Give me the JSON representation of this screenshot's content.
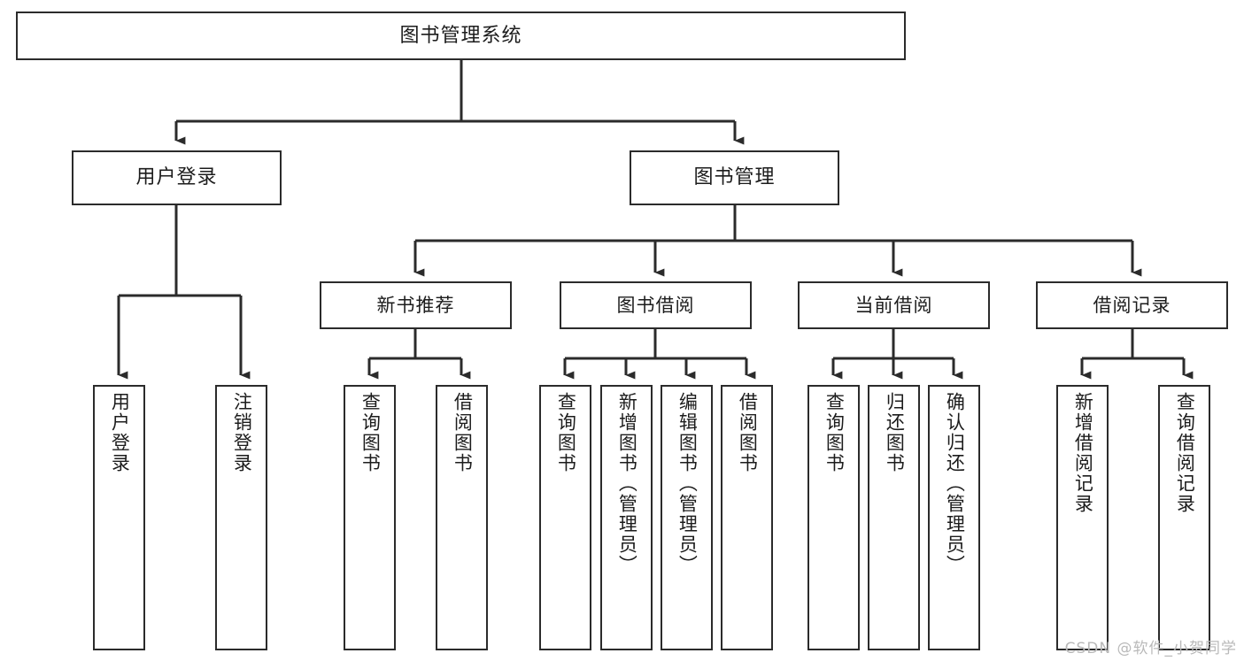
{
  "diagram": {
    "title": "图书管理系统",
    "type": "tree",
    "watermark": "CSDN @软件_小贺同学",
    "colors": {
      "box_border": "#2b2b2b",
      "box_fill": "#ffffff",
      "connector": "#2b2b2b",
      "text": "#1c1c1c",
      "watermark": "#b9b9b9"
    },
    "nodes": {
      "root": {
        "label": "图书管理系统"
      },
      "level2": [
        {
          "id": "user-login",
          "label": "用户登录"
        },
        {
          "id": "book-management",
          "label": "图书管理"
        }
      ],
      "level3": [
        {
          "id": "new-book-recommend",
          "label": "新书推荐",
          "parent": "book-management"
        },
        {
          "id": "book-borrow",
          "label": "图书借阅",
          "parent": "book-management"
        },
        {
          "id": "current-borrow",
          "label": "当前借阅",
          "parent": "book-management"
        },
        {
          "id": "borrow-record",
          "label": "借阅记录",
          "parent": "book-management"
        }
      ],
      "leaves": {
        "user-login": [
          {
            "id": "leaf-user-login",
            "label": "用户登录"
          },
          {
            "id": "leaf-logout-login",
            "label": "注销登录"
          }
        ],
        "new-book-recommend": [
          {
            "id": "leaf-query-book-1",
            "label": "查询图书"
          },
          {
            "id": "leaf-borrow-book-1",
            "label": "借阅图书"
          }
        ],
        "book-borrow": [
          {
            "id": "leaf-query-book-2",
            "label": "查询图书"
          },
          {
            "id": "leaf-add-book",
            "label": "新增图书（管理员）"
          },
          {
            "id": "leaf-edit-book",
            "label": "编辑图书（管理员）"
          },
          {
            "id": "leaf-borrow-book-2",
            "label": "借阅图书"
          }
        ],
        "current-borrow": [
          {
            "id": "leaf-query-book-3",
            "label": "查询图书"
          },
          {
            "id": "leaf-return-book",
            "label": "归还图书"
          },
          {
            "id": "leaf-confirm-return",
            "label": "确认归还（管理员）"
          }
        ],
        "borrow-record": [
          {
            "id": "leaf-add-record",
            "label": "新增借阅记录"
          },
          {
            "id": "leaf-query-record",
            "label": "查询借阅记录"
          }
        ]
      }
    }
  }
}
